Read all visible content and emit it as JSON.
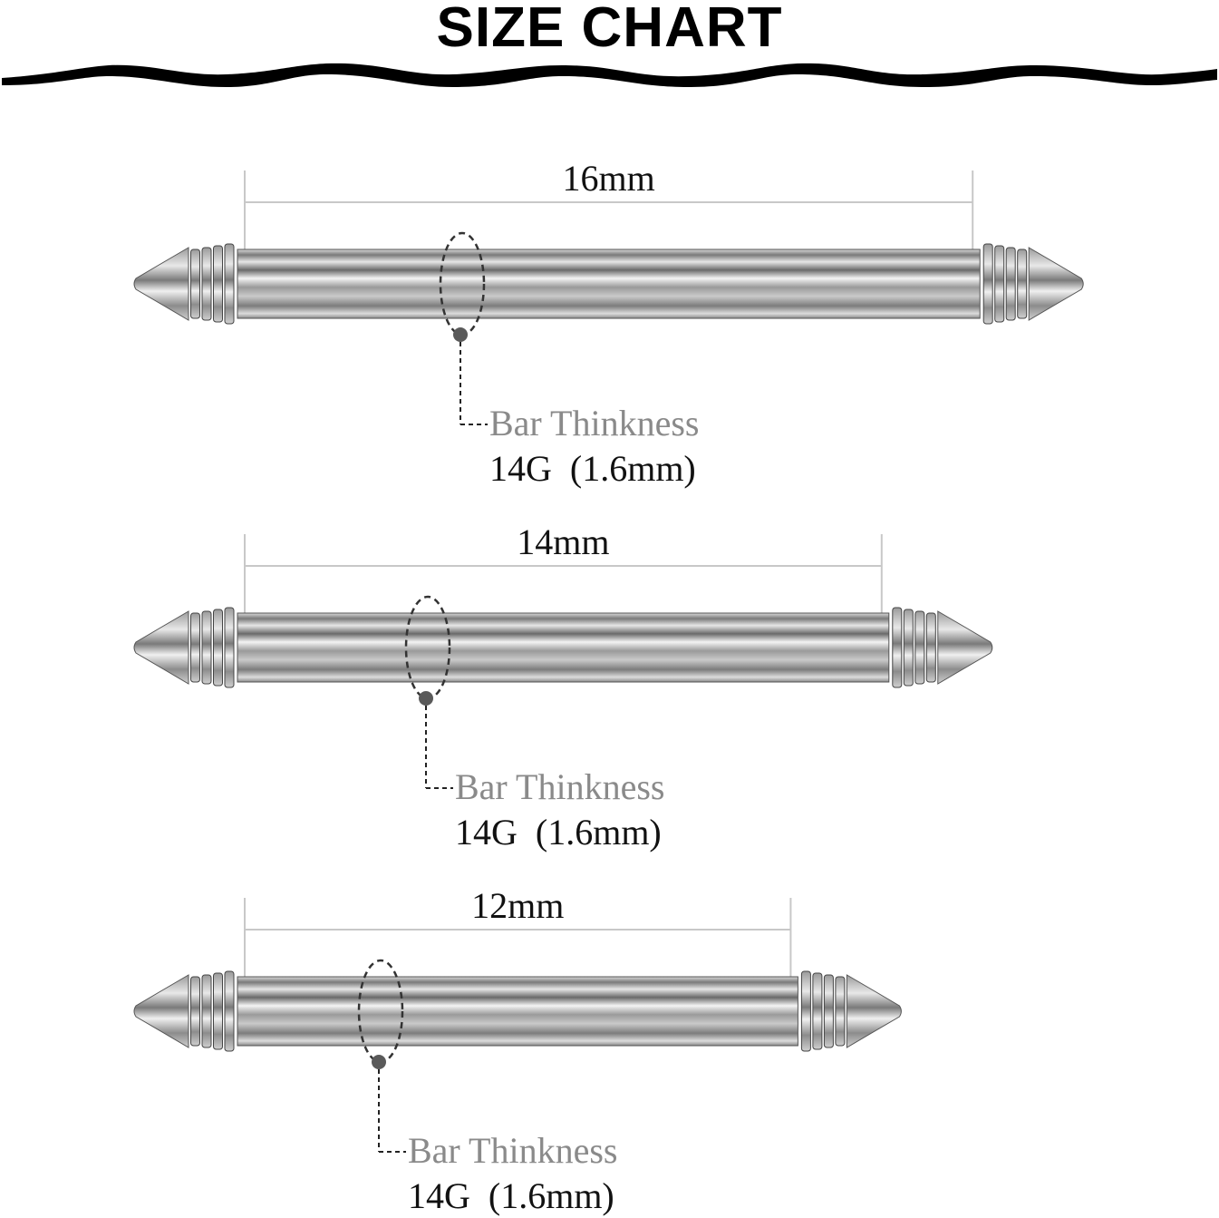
{
  "title": "SIZE CHART",
  "colors": {
    "background": "#ffffff",
    "title": "#000000",
    "divider": "#000000",
    "dimension_line": "#c8c8c8",
    "label_gray": "#8a8a8a",
    "marker": "#5a5a5a",
    "steel_light": "#f2f2f2",
    "steel_dark": "#5e5e5e"
  },
  "barbells": [
    {
      "length_label": "16mm",
      "thickness_label": "Bar Thinkness",
      "gauge_label": "14G  (1.6mm)",
      "length_mm": 16
    },
    {
      "length_label": "14mm",
      "thickness_label": "Bar Thinkness",
      "gauge_label": "14G  (1.6mm)",
      "length_mm": 14
    },
    {
      "length_label": "12mm",
      "thickness_label": "Bar Thinkness",
      "gauge_label": "14G  (1.6mm)",
      "length_mm": 12
    }
  ]
}
